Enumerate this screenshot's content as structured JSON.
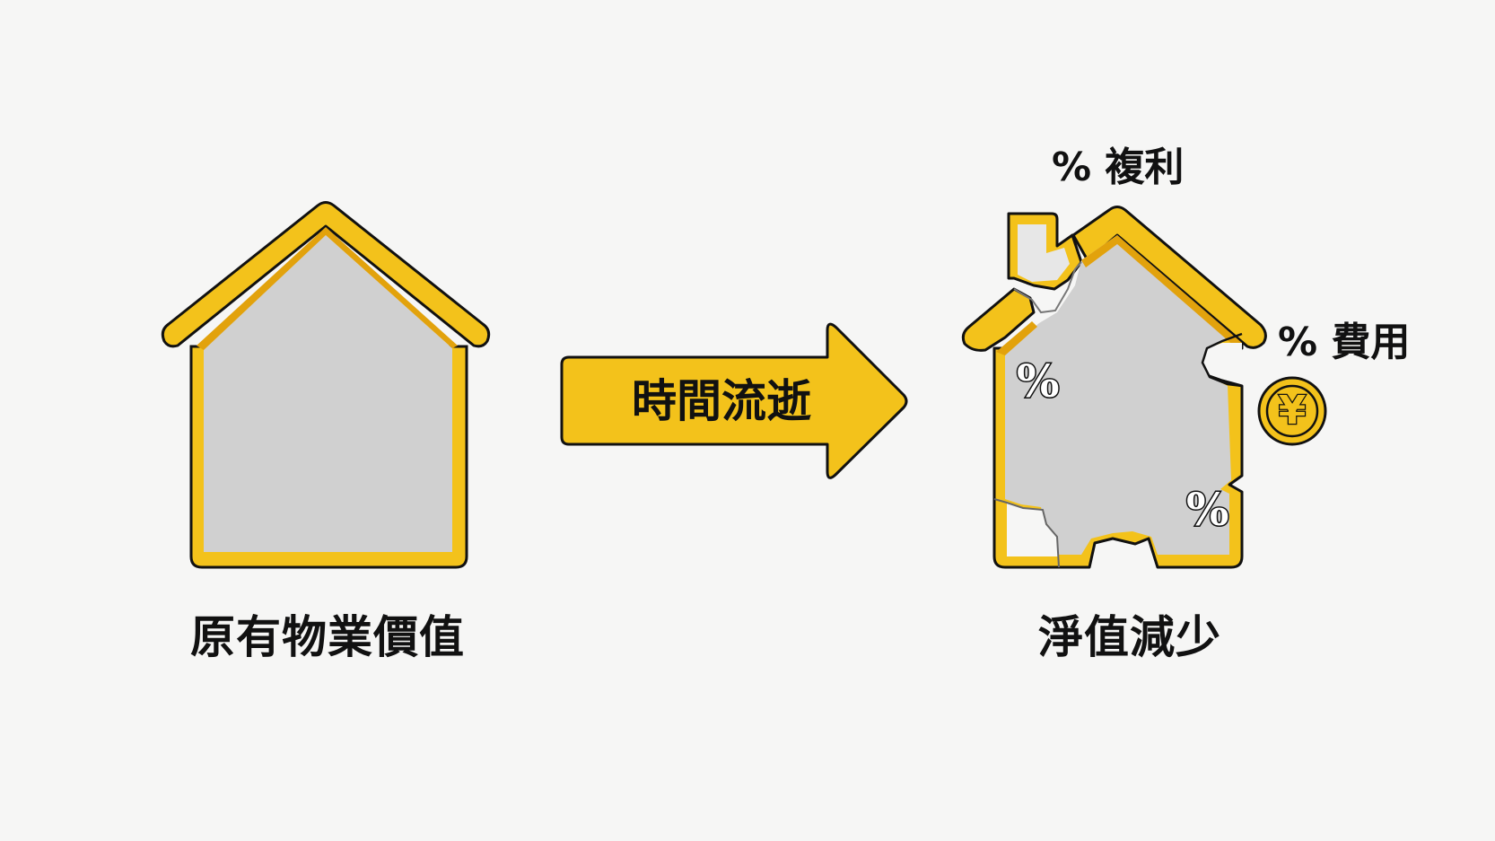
{
  "diagram": {
    "left_house": {
      "caption": "原有物業價值",
      "state": "intact"
    },
    "arrow": {
      "label": "時間流逝",
      "direction": "right"
    },
    "right_house": {
      "caption": "淨值減少",
      "state": "cracked / pieces missing",
      "inner_marks": [
        "%",
        "%"
      ],
      "annotations": [
        {
          "label": "% 複利",
          "position": "top"
        },
        {
          "label": "% 費用",
          "position": "right"
        }
      ],
      "coin": {
        "symbol": "¥",
        "icon": "yen-coin-icon"
      }
    },
    "colors": {
      "background": "#f6f6f5",
      "accent_yellow": "#f3c21b",
      "roof_shadow": "#e2a20c",
      "wall_fill": "#d0d0d0",
      "outline": "#111111"
    }
  }
}
